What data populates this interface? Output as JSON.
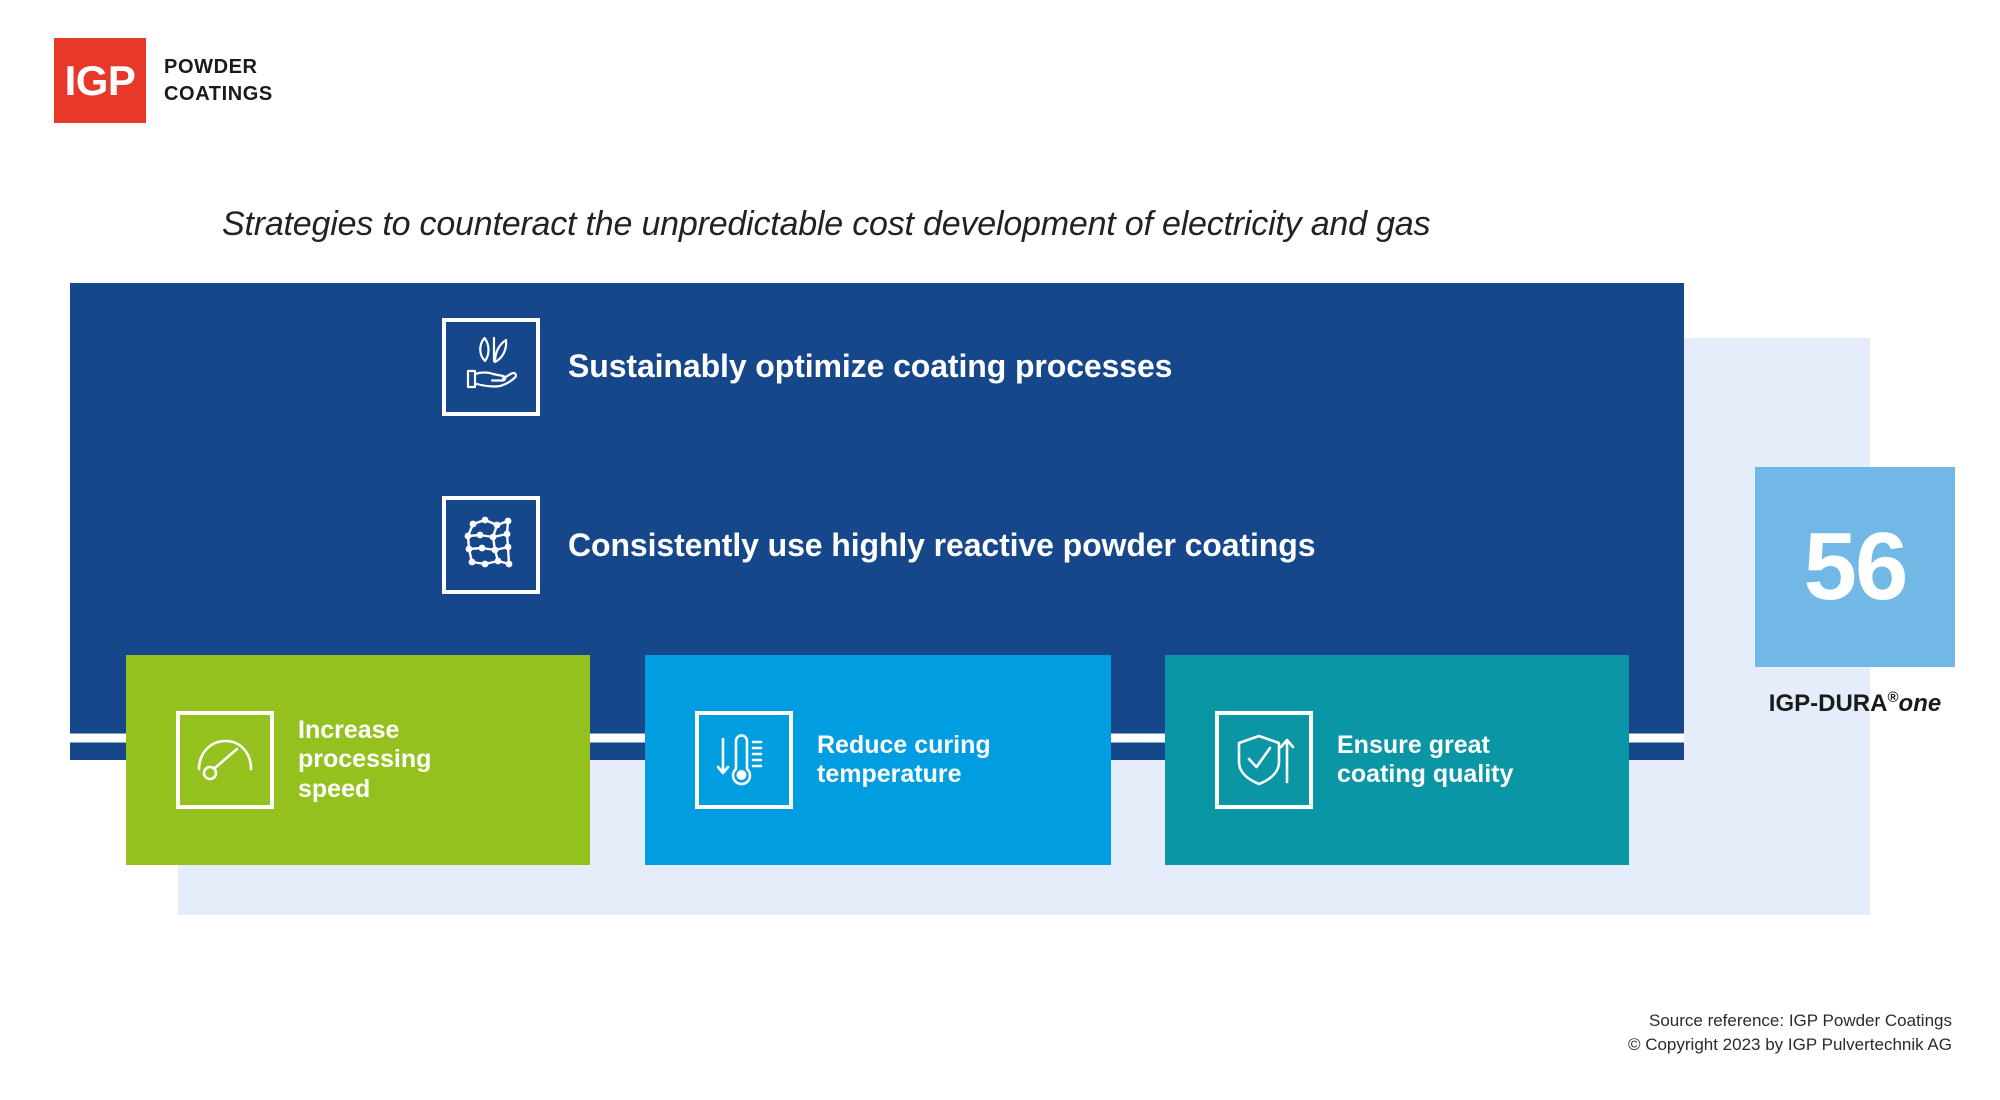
{
  "brand": {
    "logo_mark_text": "IGP",
    "logo_line1": "POWDER",
    "logo_line2": "COATINGS",
    "logo_color": "#E8382A"
  },
  "headline": "Strategies to counteract the unpredictable cost development of electricity and gas",
  "colors": {
    "dark_blue": "#16478B",
    "light_blue_panel": "#E4EDF9",
    "green": "#95C11F",
    "blue": "#009EE0",
    "teal": "#0A96A4",
    "badge_blue": "#71B8E6"
  },
  "strategy_rows": [
    {
      "icon": "hand-with-leaves-icon",
      "label": "Sustainably optimize coating processes"
    },
    {
      "icon": "molecule-structure-icon",
      "label": "Consistently use highly reactive powder coatings"
    }
  ],
  "benefits": [
    {
      "icon": "speedometer-icon",
      "label": "Increase\nprocessing\nspeed",
      "color": "#95C11F"
    },
    {
      "icon": "thermometer-down-arrow-icon",
      "label": "Reduce curing\ntemperature",
      "color": "#009EE0"
    },
    {
      "icon": "shield-check-up-arrow-icon",
      "label": "Ensure great\ncoating quality",
      "color": "#0A96A4"
    }
  ],
  "badge": {
    "number": "56",
    "caption_main": "IGP-DURA",
    "caption_reg": "®",
    "caption_suffix": "one"
  },
  "footer": {
    "line1": "Source reference: IGP Powder Coatings",
    "line2": "© Copyright 2023 by IGP Pulvertechnik AG"
  }
}
